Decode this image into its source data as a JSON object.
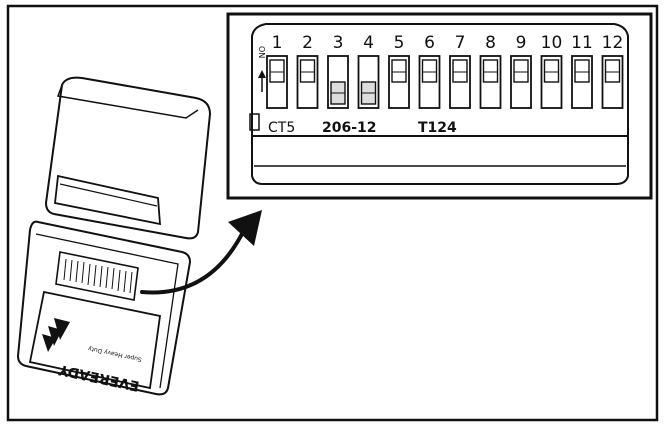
{
  "switches": {
    "numbers": [
      "1",
      "2",
      "3",
      "4",
      "5",
      "6",
      "7",
      "8",
      "9",
      "10",
      "11",
      "12"
    ],
    "positions": [
      "up",
      "up",
      "down",
      "down",
      "up",
      "up",
      "up",
      "up",
      "up",
      "up",
      "up",
      "up"
    ]
  },
  "markings": {
    "model": "CT5",
    "code": "206-12",
    "type": "T124",
    "on_label": "ON"
  },
  "brand": {
    "name": "EVEREADY",
    "subtitle": "Super Heavy Duty"
  }
}
